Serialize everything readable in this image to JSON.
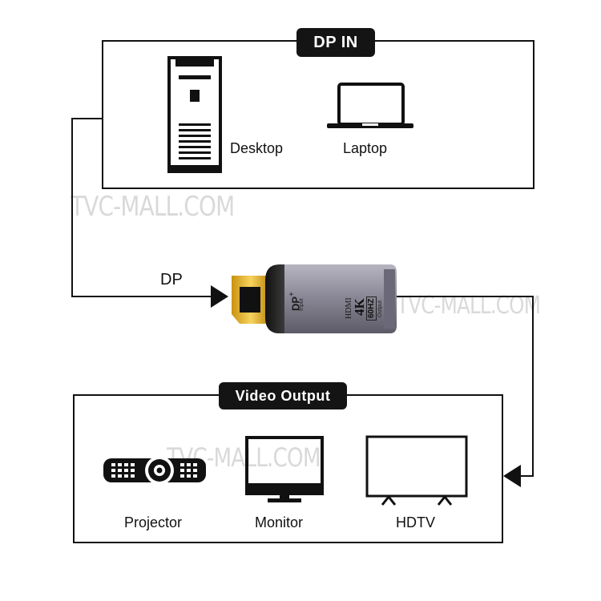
{
  "input_section": {
    "title": "DP IN",
    "devices": [
      {
        "label": "Desktop",
        "icon": "desktop-tower-icon"
      },
      {
        "label": "Laptop",
        "icon": "laptop-icon"
      }
    ]
  },
  "adapter": {
    "connector_label": "DP",
    "dp_mark": "DP",
    "dp_plus": "+",
    "dp_sub": "Input",
    "hdmi_text": "HDMI",
    "resolution_text": "4K",
    "refresh_text": "60HZ",
    "output_sub": "Output"
  },
  "output_section": {
    "title": "Video Output",
    "devices": [
      {
        "label": "Projector",
        "icon": "projector-icon"
      },
      {
        "label": "Monitor",
        "icon": "monitor-icon"
      },
      {
        "label": "HDTV",
        "icon": "hdtv-icon"
      }
    ]
  },
  "watermarks": [
    "TVC-MALL.COM",
    "TVC-MALL.COM",
    "TVC-MALL.COM"
  ]
}
